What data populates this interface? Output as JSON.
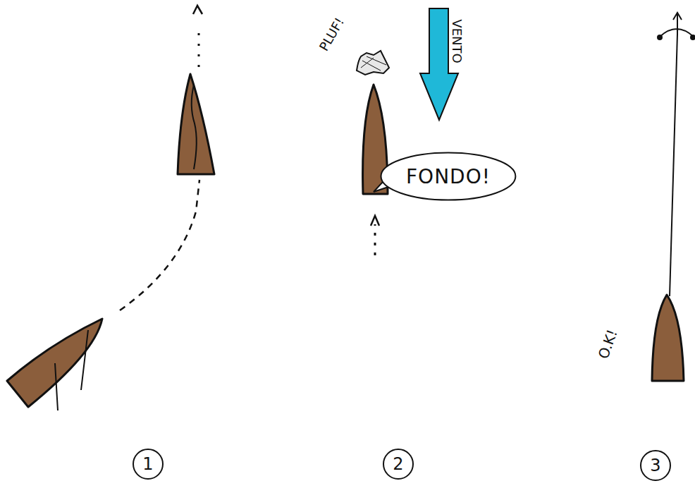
{
  "diagram": {
    "nodes": [
      {
        "text": [
          "1"
        ]
      },
      {
        "text": [
          "FONDO!"
        ]
      },
      {
        "text": [
          "2"
        ]
      },
      {
        "text": [
          "3"
        ]
      }
    ],
    "labels": [
      "PLUF!",
      "VENTO",
      "O.K!"
    ]
  }
}
